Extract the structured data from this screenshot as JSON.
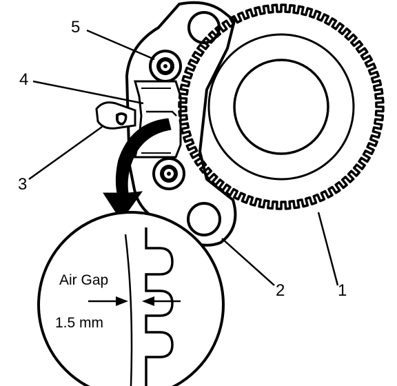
{
  "callouts": {
    "c1": "1",
    "c2": "2",
    "c3": "3",
    "c4": "4",
    "c5": "5"
  },
  "detail": {
    "label": "Air Gap",
    "value": "1.5 mm"
  },
  "colors": {
    "ink": "#000000",
    "paper": "#ffffff"
  },
  "ring": {
    "tooth_count": 72
  }
}
